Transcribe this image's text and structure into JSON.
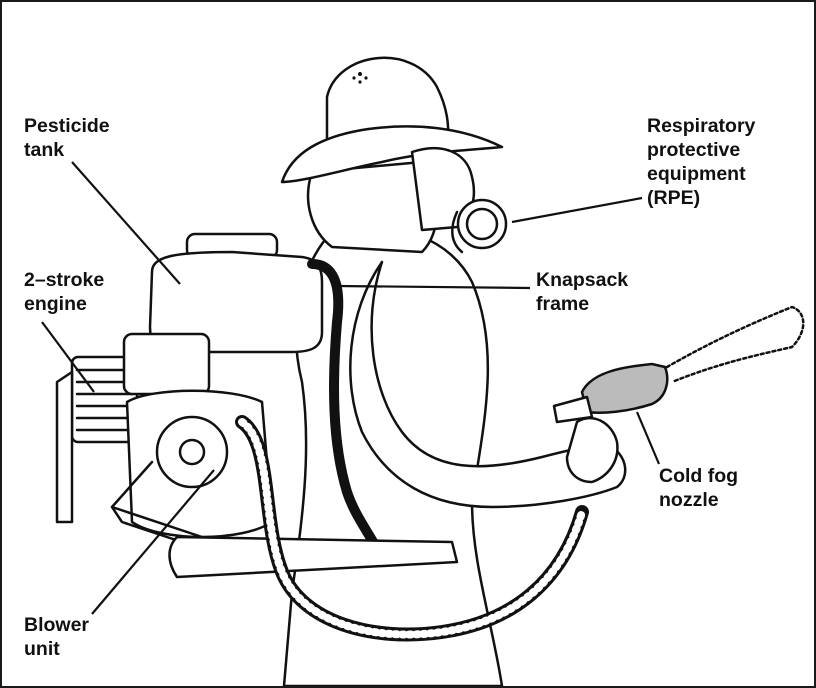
{
  "labels": {
    "pesticide_tank": [
      "Pesticide",
      "tank"
    ],
    "engine": [
      "2–stroke",
      "engine"
    ],
    "blower": [
      "Blower",
      "unit"
    ],
    "rpe": [
      "Respiratory",
      "protective",
      "equipment",
      "(RPE)"
    ],
    "frame": [
      "Knapsack",
      "frame"
    ],
    "nozzle": [
      "Cold fog",
      "nozzle"
    ]
  },
  "colors": {
    "ink": "#111111",
    "background": "#ffffff",
    "nozzle_grip": "#bbbbbb"
  }
}
